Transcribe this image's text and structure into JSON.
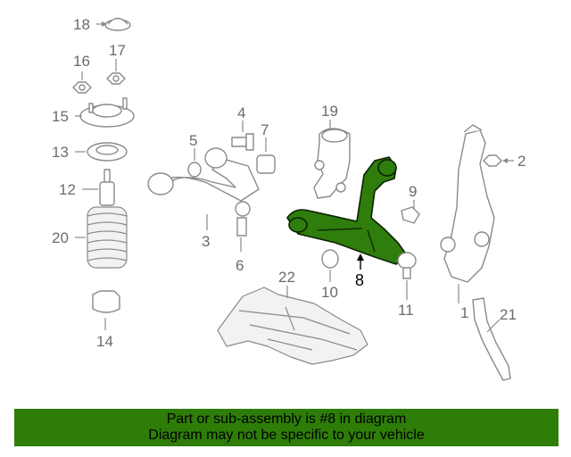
{
  "diagram": {
    "callouts": [
      "1",
      "2",
      "3",
      "4",
      "5",
      "6",
      "7",
      "8",
      "9",
      "10",
      "11",
      "12",
      "13",
      "14",
      "15",
      "16",
      "17",
      "18",
      "19",
      "20",
      "21",
      "22"
    ],
    "highlighted_part": "8"
  },
  "banner": {
    "line1": "Part or sub-assembly is #8 in diagram",
    "line2": "Diagram may not be specific to your vehicle"
  },
  "colors": {
    "highlight": "#2f7d0c",
    "banner_bg": "#2e7d09",
    "line": "#8a8a8a"
  }
}
